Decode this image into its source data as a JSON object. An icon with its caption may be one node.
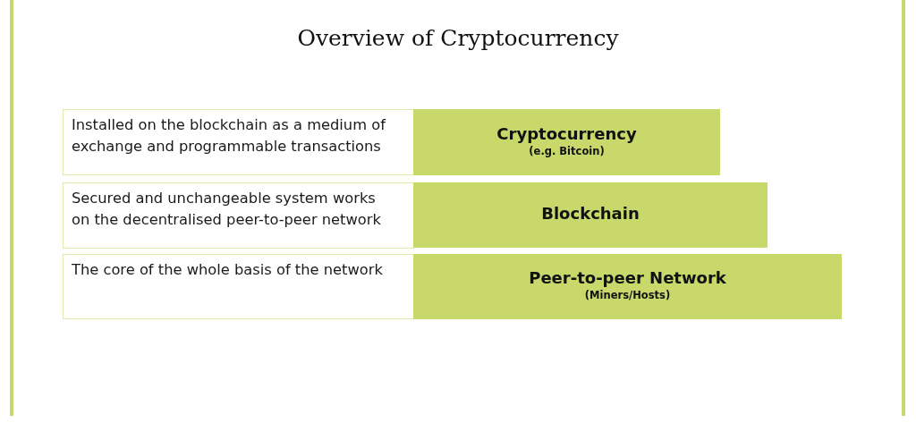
{
  "diagram": {
    "title": "Overview of Cryptocurrency",
    "nodes": [
      {
        "text": [
          "Installed on the blockchain as a medium of exchange and programmable transactions"
        ]
      },
      {
        "text": [
          "Cryptocurrency",
          "(e.g. Bitcoin)"
        ]
      },
      {
        "text": [
          "Secured and unchangeable system works on the decentralised peer-to-peer network"
        ]
      },
      {
        "text": [
          "Blockchain"
        ]
      },
      {
        "text": [
          "The core of the whole basis of the network"
        ]
      },
      {
        "text": [
          "Peer-to-peer Network",
          "(Miners/Hosts)"
        ]
      }
    ]
  }
}
